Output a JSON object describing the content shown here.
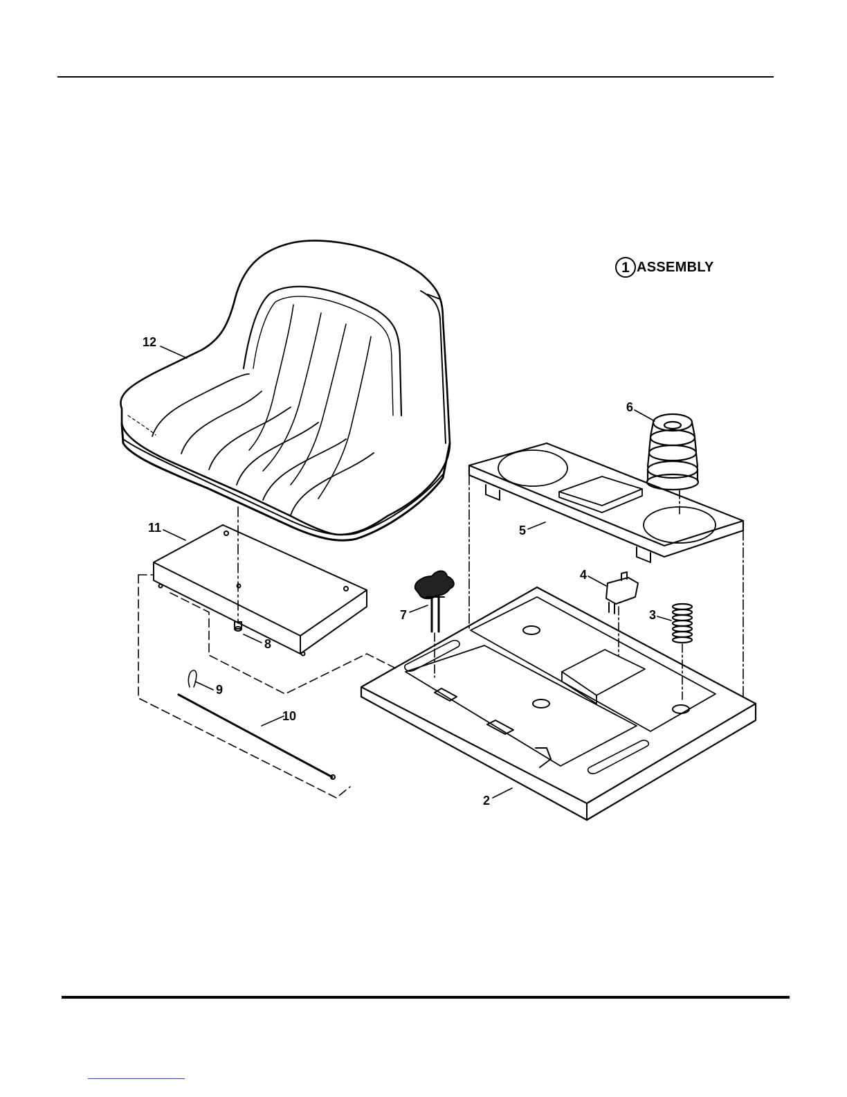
{
  "assembly": {
    "number": "1",
    "label": "ASSEMBLY"
  },
  "callouts": [
    {
      "id": "c12",
      "text": "12"
    },
    {
      "id": "c11",
      "text": "11"
    },
    {
      "id": "c6",
      "text": "6"
    },
    {
      "id": "c5",
      "text": "5"
    },
    {
      "id": "c4",
      "text": "4"
    },
    {
      "id": "c3",
      "text": "3"
    },
    {
      "id": "c7",
      "text": "7"
    },
    {
      "id": "c8",
      "text": "8"
    },
    {
      "id": "c9",
      "text": "9"
    },
    {
      "id": "c10",
      "text": "10"
    },
    {
      "id": "c2",
      "text": "2"
    }
  ]
}
